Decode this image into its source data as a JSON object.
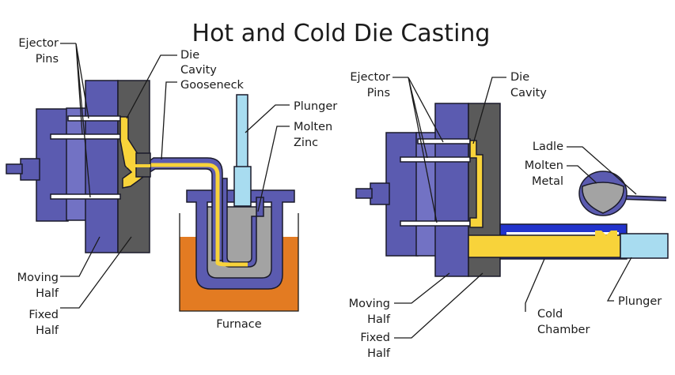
{
  "title": "Hot and Cold Die Casting",
  "colors": {
    "die_blue": "#5b5bb0",
    "die_blue_light": "#7272c4",
    "die_gray": "#5a5a5a",
    "metal_yellow": "#f8d33a",
    "furnace_orange": "#e37b22",
    "molten_gray": "#a3a3a3",
    "plunger_blue": "#a8dcf0",
    "chamber_blue": "#2233cc"
  },
  "hot_chamber": {
    "labels": {
      "ejector_pins_l1": "Ejector",
      "ejector_pins_l2": "Pins",
      "die_cavity_l1": "Die",
      "die_cavity_l2": "Cavity",
      "gooseneck": "Gooseneck",
      "plunger": "Plunger",
      "molten_zinc_l1": "Molten",
      "molten_zinc_l2": "Zinc",
      "moving_half_l1": "Moving",
      "moving_half_l2": "Half",
      "fixed_half_l1": "Fixed",
      "fixed_half_l2": "Half",
      "furnace": "Furnace"
    }
  },
  "cold_chamber": {
    "labels": {
      "ejector_pins_l1": "Ejector",
      "ejector_pins_l2": "Pins",
      "die_cavity_l1": "Die",
      "die_cavity_l2": "Cavity",
      "ladle": "Ladle",
      "molten_metal_l1": "Molten",
      "molten_metal_l2": "Metal",
      "moving_half_l1": "Moving",
      "moving_half_l2": "Half",
      "fixed_half_l1": "Fixed",
      "fixed_half_l2": "Half",
      "cold_chamber_l1": "Cold",
      "cold_chamber_l2": "Chamber",
      "plunger": "Plunger"
    }
  }
}
